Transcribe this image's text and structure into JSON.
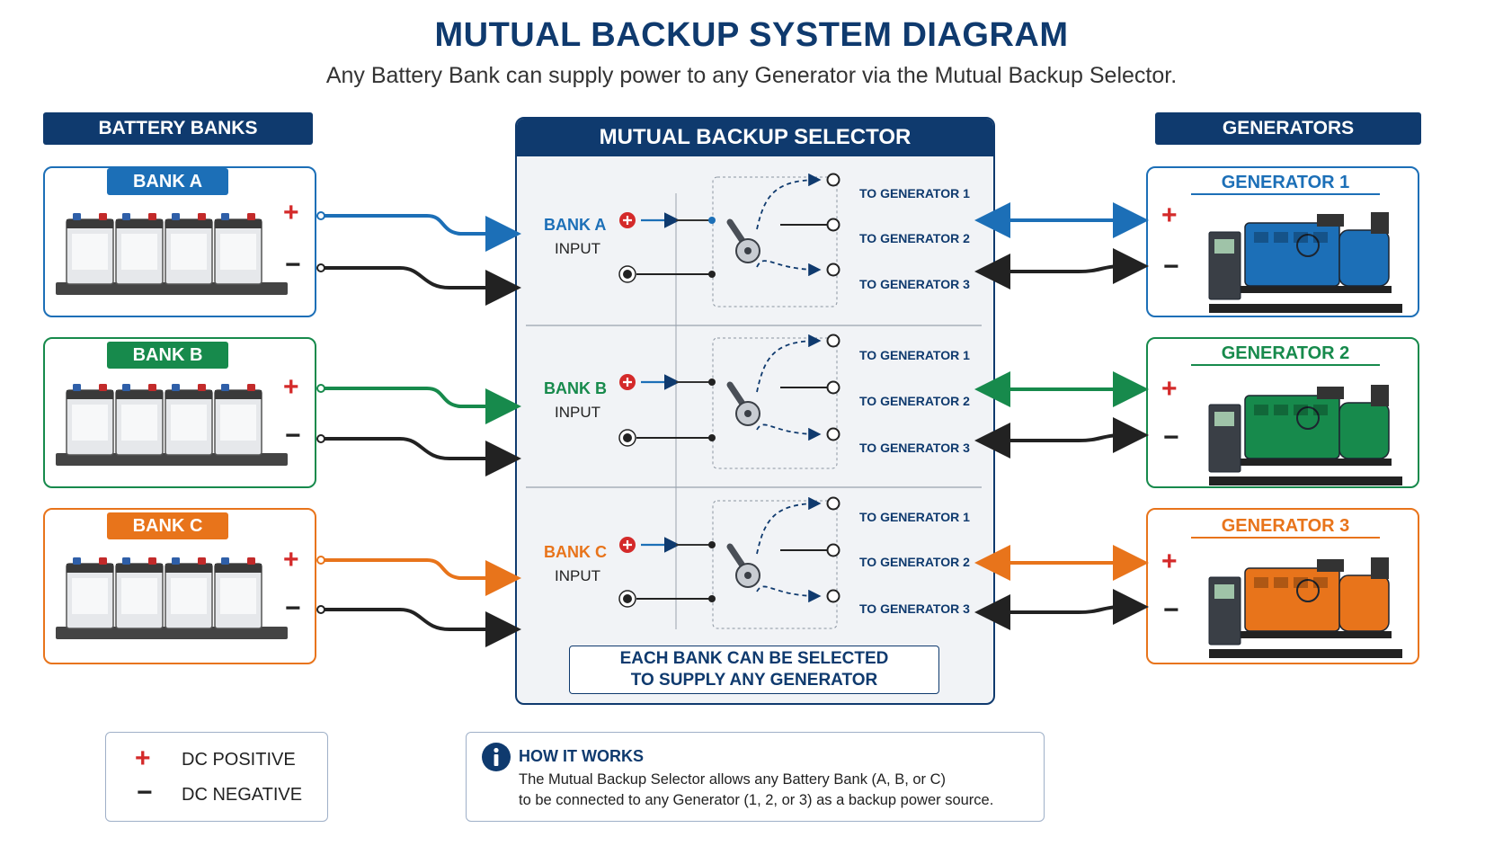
{
  "title": "MUTUAL BACKUP SYSTEM DIAGRAM",
  "subtitle": "Any Battery Bank can supply power to any Generator via the Mutual Backup Selector.",
  "battery_header": "BATTERY BANKS",
  "generator_header": "GENERATORS",
  "selector_header": "MUTUAL BACKUP SELECTOR",
  "banks": [
    {
      "label": "BANK A",
      "color": "#1c6fb7"
    },
    {
      "label": "BANK B",
      "color": "#178a4c"
    },
    {
      "label": "BANK C",
      "color": "#e8741b"
    }
  ],
  "generators": [
    {
      "label": "GENERATOR 1",
      "color": "#1c6fb7"
    },
    {
      "label": "GENERATOR 2",
      "color": "#178a4c"
    },
    {
      "label": "GENERATOR 3",
      "color": "#e8741b"
    }
  ],
  "selector_rows": [
    {
      "bank_label": "BANK A",
      "input_label": "INPUT",
      "outputs": [
        "TO GENERATOR 1",
        "TO GENERATOR 2",
        "TO GENERATOR 3"
      ]
    },
    {
      "bank_label": "BANK B",
      "input_label": "INPUT",
      "outputs": [
        "TO GENERATOR 1",
        "TO GENERATOR 2",
        "TO GENERATOR 3"
      ]
    },
    {
      "bank_label": "BANK C",
      "input_label": "INPUT",
      "outputs": [
        "TO GENERATOR 1",
        "TO GENERATOR 2",
        "TO GENERATOR 3"
      ]
    }
  ],
  "selector_note_line1": "EACH BANK CAN BE SELECTED",
  "selector_note_line2": "TO SUPPLY  ANY GENERATOR",
  "positive_symbol": "+",
  "negative_symbol": "−",
  "legend": {
    "positive": "DC POSITIVE",
    "negative": "DC NEGATIVE"
  },
  "how_it_works": {
    "title": "HOW IT WORKS",
    "line1": "The Mutual Backup Selector allows any Battery Bank (A, B, or C)",
    "line2": "to be connected to any Generator (1, 2, or 3) as a backup power source."
  },
  "colors": {
    "navy": "#0f3a6e",
    "positive": "#d42a2a",
    "negative": "#222222"
  }
}
